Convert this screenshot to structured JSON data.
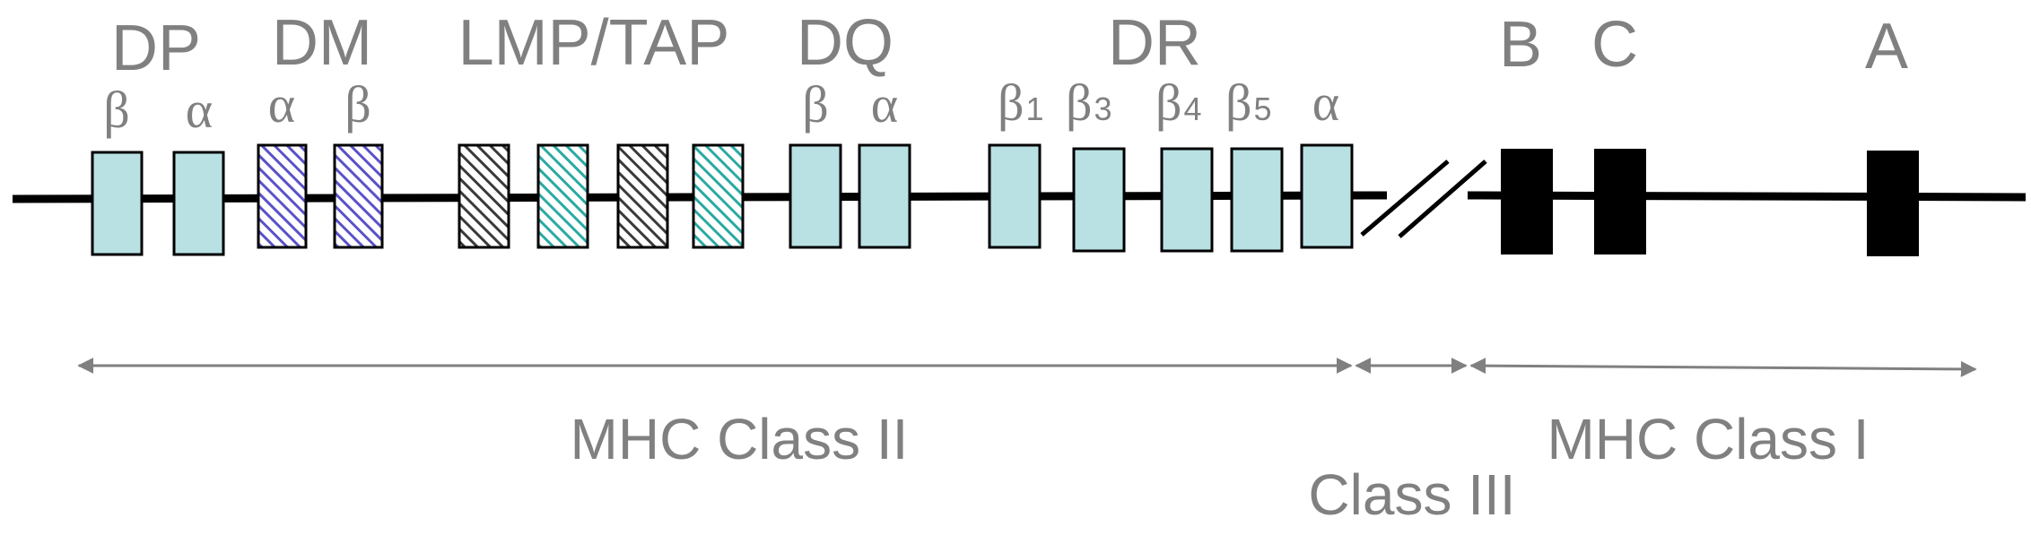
{
  "groups": {
    "dp": "DP",
    "dm": "DM",
    "lmp_tap": "LMP/TAP",
    "dq": "DQ",
    "dr": "DR",
    "b": "B",
    "c": "C",
    "a": "A"
  },
  "genes": {
    "dp_beta": "β",
    "dp_alpha": "α",
    "dm_alpha": "α",
    "dm_beta": "β",
    "dq_beta": "β",
    "dq_alpha": "α",
    "dr_b1": {
      "greek": "β",
      "num": "1"
    },
    "dr_b3": {
      "greek": "β",
      "num": "3"
    },
    "dr_b4": {
      "greek": "β",
      "num": "4"
    },
    "dr_b5": {
      "greek": "β",
      "num": "5"
    },
    "dr_alpha": "α"
  },
  "regions": {
    "class2": "MHC Class II",
    "class3": "Class III",
    "class1": "MHC Class I"
  },
  "colors": {
    "class2_gene_fill": "#b9e1e3",
    "dm_hatch": "#5a52c8",
    "lmp_hatch": "#3a3a3a",
    "tap_hatch": "#2aaaa2",
    "class1_gene_fill": "#000000",
    "label_gray": "#808080",
    "arrow_gray": "#808080",
    "chromosome": "#000000"
  }
}
